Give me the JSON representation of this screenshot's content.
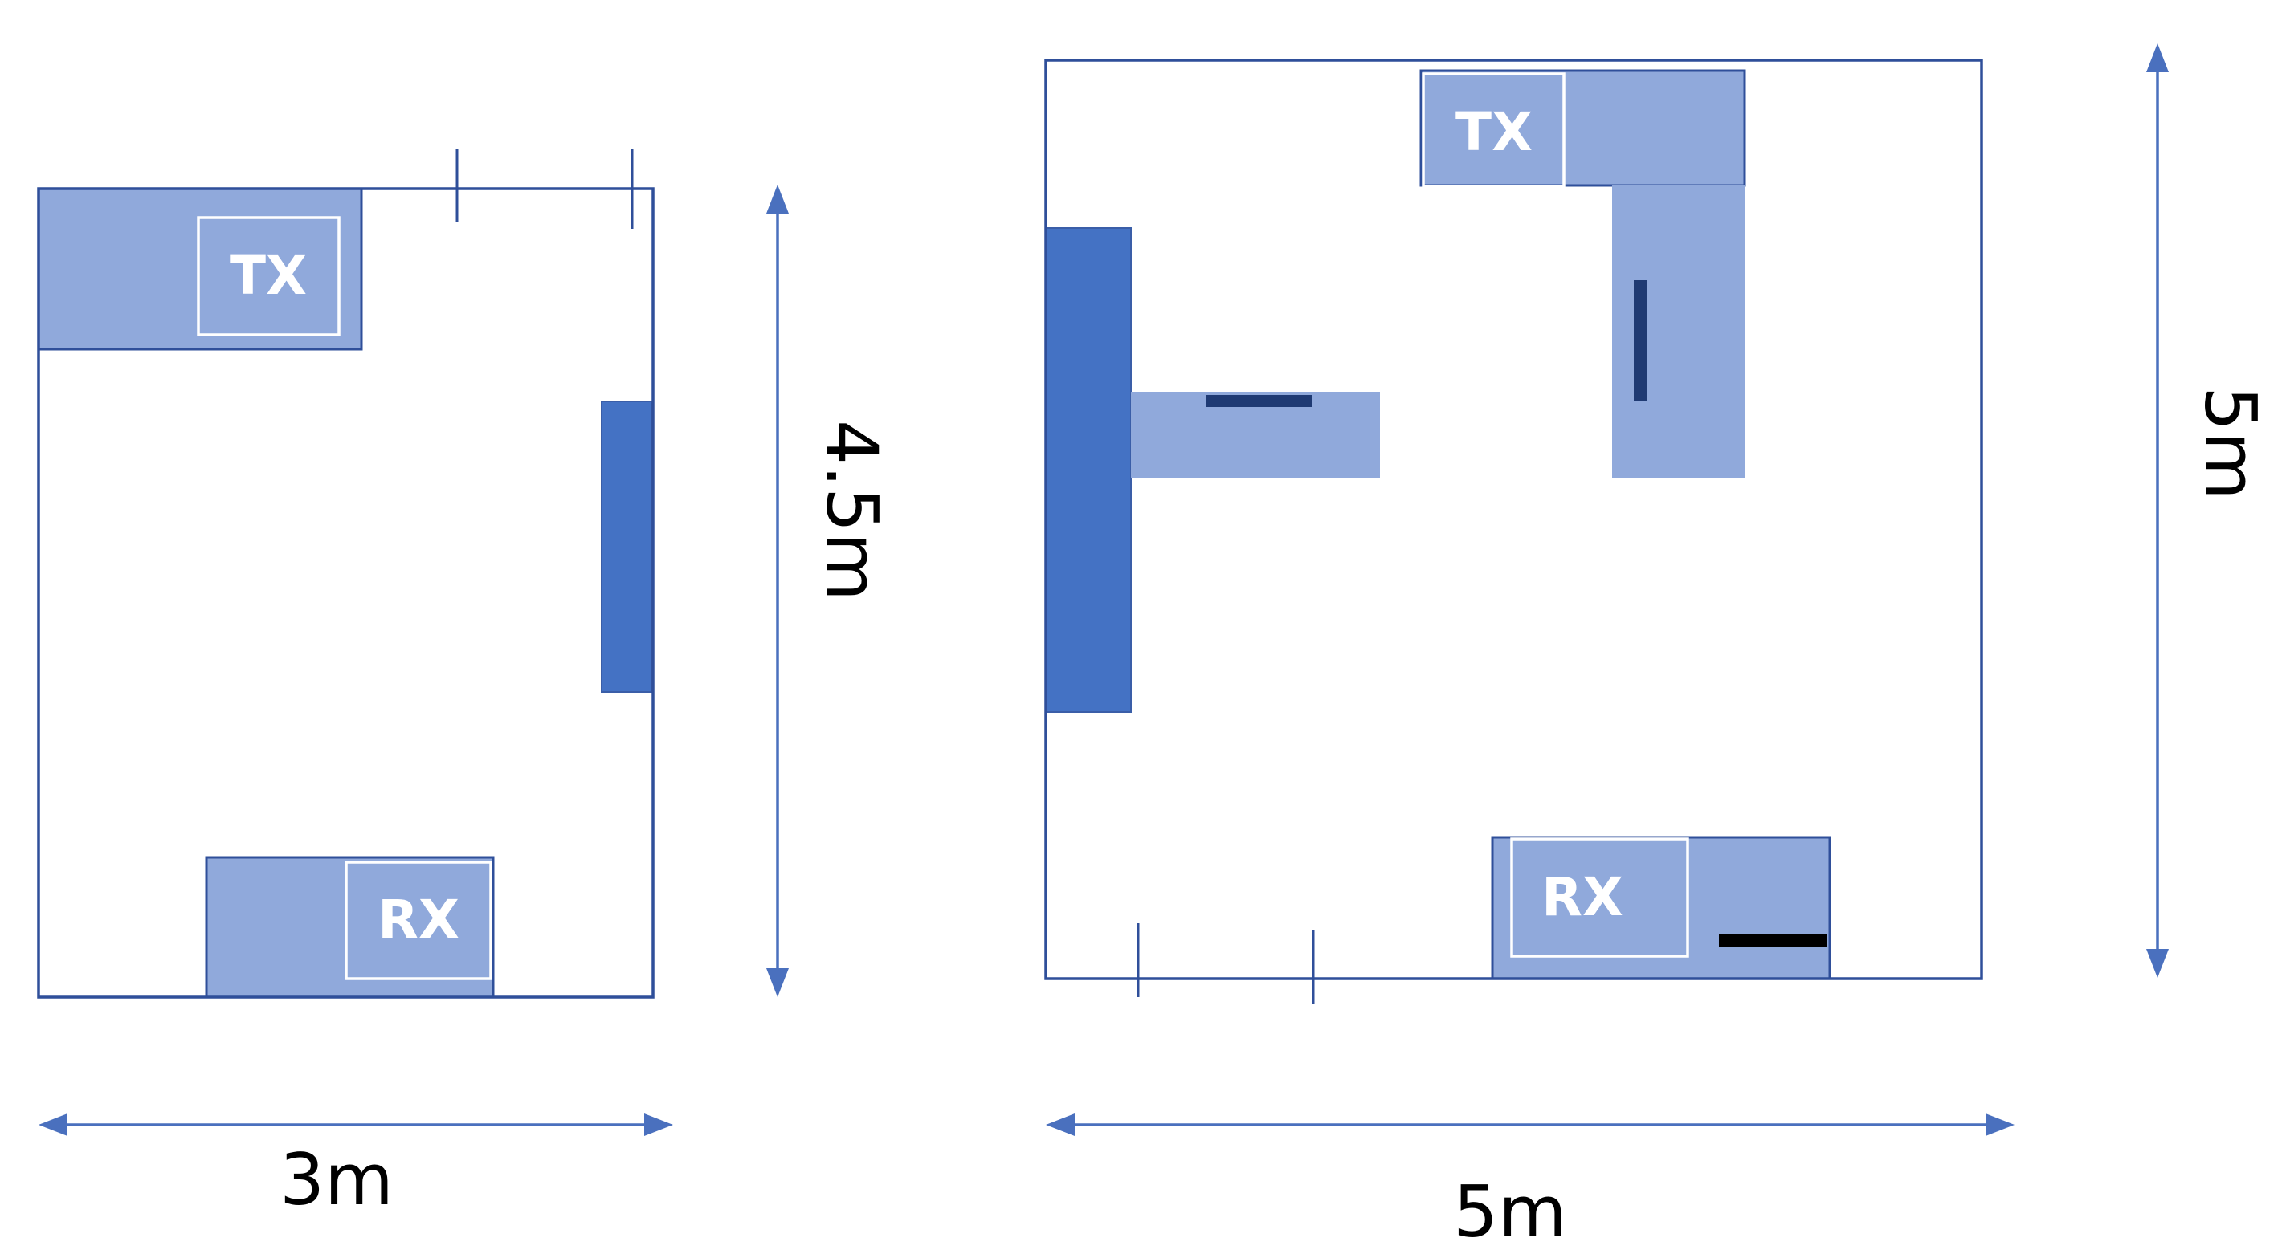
{
  "room_small": {
    "tx_label": "TX",
    "rx_label": "RX",
    "width_label": "3m",
    "height_label": "4.5m"
  },
  "room_large": {
    "tx_label": "TX",
    "rx_label": "RX",
    "width_label": "5m",
    "height_label": "5m"
  },
  "colors": {
    "wall": "#2f4f9a",
    "furniture_light": "#90a9db",
    "furniture_dark": "#4472c4",
    "dimension_arrow": "#4a70be",
    "label_text": "#ffffff"
  }
}
